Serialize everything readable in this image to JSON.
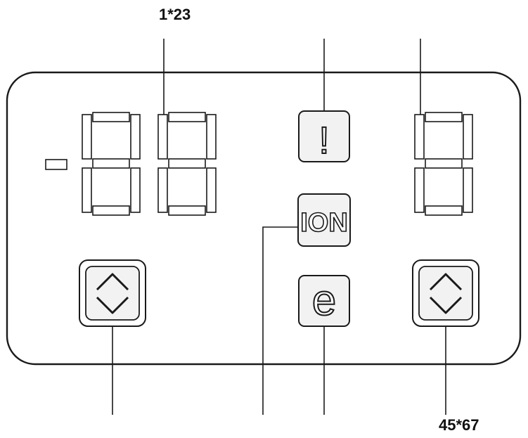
{
  "callouts": {
    "top_label": "1*23",
    "bottom_label": "45*67"
  },
  "indicators": {
    "alarm_symbol": "!",
    "ion_label": "ION",
    "eco_symbol": "e"
  },
  "icons": {
    "left_adjust": "up-down-chevron-icon",
    "right_adjust": "up-down-chevron-icon"
  },
  "colors": {
    "line": "#1a1a1a",
    "panel_fill": "#ffffff",
    "segment_fill": "#ffffff",
    "button_fill": "#f2f2f2"
  }
}
